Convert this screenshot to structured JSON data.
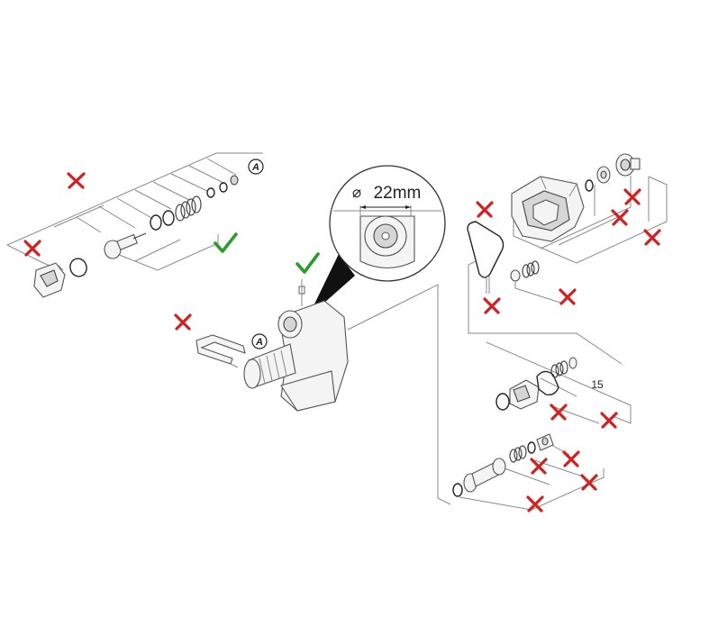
{
  "diagram": {
    "callout": {
      "dimension_symbol": "⌀",
      "dimension_value": "22mm"
    },
    "labels": {
      "a_marker": "A",
      "item_number": "15"
    },
    "marks": {
      "cross_icon_color": "#d21f1f",
      "check_icon_color": "#2a9d2a"
    }
  }
}
